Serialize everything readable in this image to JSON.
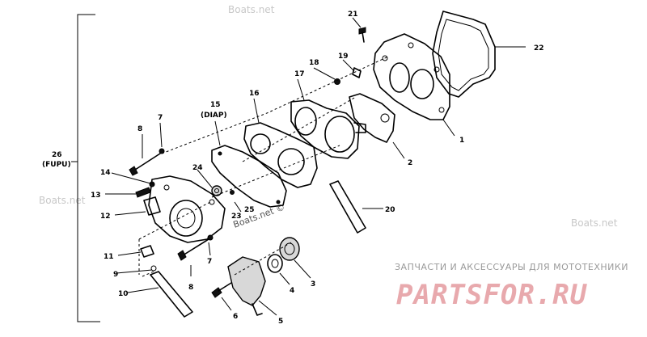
{
  "watermarks": {
    "top": "Boats.net",
    "left": "Boats.net",
    "center": "Boats.net ©",
    "right": "Boats.net"
  },
  "store_banner": {
    "tagline": "ЗАПЧАСТИ И АКСЕССУАРЫ ДЛЯ МОТОТЕХНИКИ",
    "brand": "PARTSFOR.RU"
  },
  "callouts": {
    "p1": "1",
    "p2": "2",
    "p3": "3",
    "p4": "4",
    "p5": "5",
    "p6": "6",
    "p7a": "7",
    "p7b": "7",
    "p8a": "8",
    "p8b": "8",
    "p9": "9",
    "p10": "10",
    "p11": "11",
    "p12": "12",
    "p13": "13",
    "p14": "14",
    "p15": "15",
    "p15sub": "(DIAP)",
    "p16": "16",
    "p17": "17",
    "p18": "18",
    "p19": "19",
    "p20": "20",
    "p21": "21",
    "p22": "22",
    "p23": "23",
    "p24": "24",
    "p25": "25",
    "p26": "26",
    "p26sub": "(FUPU)"
  }
}
